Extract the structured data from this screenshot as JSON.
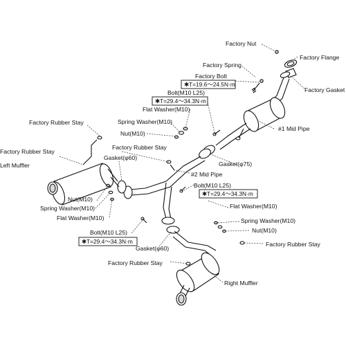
{
  "labels": {
    "factory_nut": "Factory Nut",
    "factory_flange": "Factory Flange",
    "factory_spring": "Factory Spring",
    "factory_gasket": "Factory Gasket",
    "factory_bolt": "Factory Bolt",
    "bolt_m10_l25": "Bolt(M10 L25)",
    "flat_washer": "Flat Washer(M10)",
    "spring_washer": "Spring Washer(M10)",
    "nut": "Nut(M10)",
    "mid_pipe_1": "#1 Mid Pipe",
    "mid_pipe_2": "#2 Mid Pipe",
    "factory_rubber_stay": "Factory Rubber Stay",
    "left_muffler": "Left Muffler",
    "right_muffler": "Right Muffler",
    "gasket_60": "Gasket(φ60)",
    "gasket_75": "Gasket(φ75)"
  },
  "torque": {
    "upper_right": "✱T=19.6～24.5N·m",
    "upper": "✱T=29.4～34.3N·m",
    "middle": "✱T=29.4～34.3N·m",
    "lower": "✱T=29.4～34.3N·m"
  }
}
